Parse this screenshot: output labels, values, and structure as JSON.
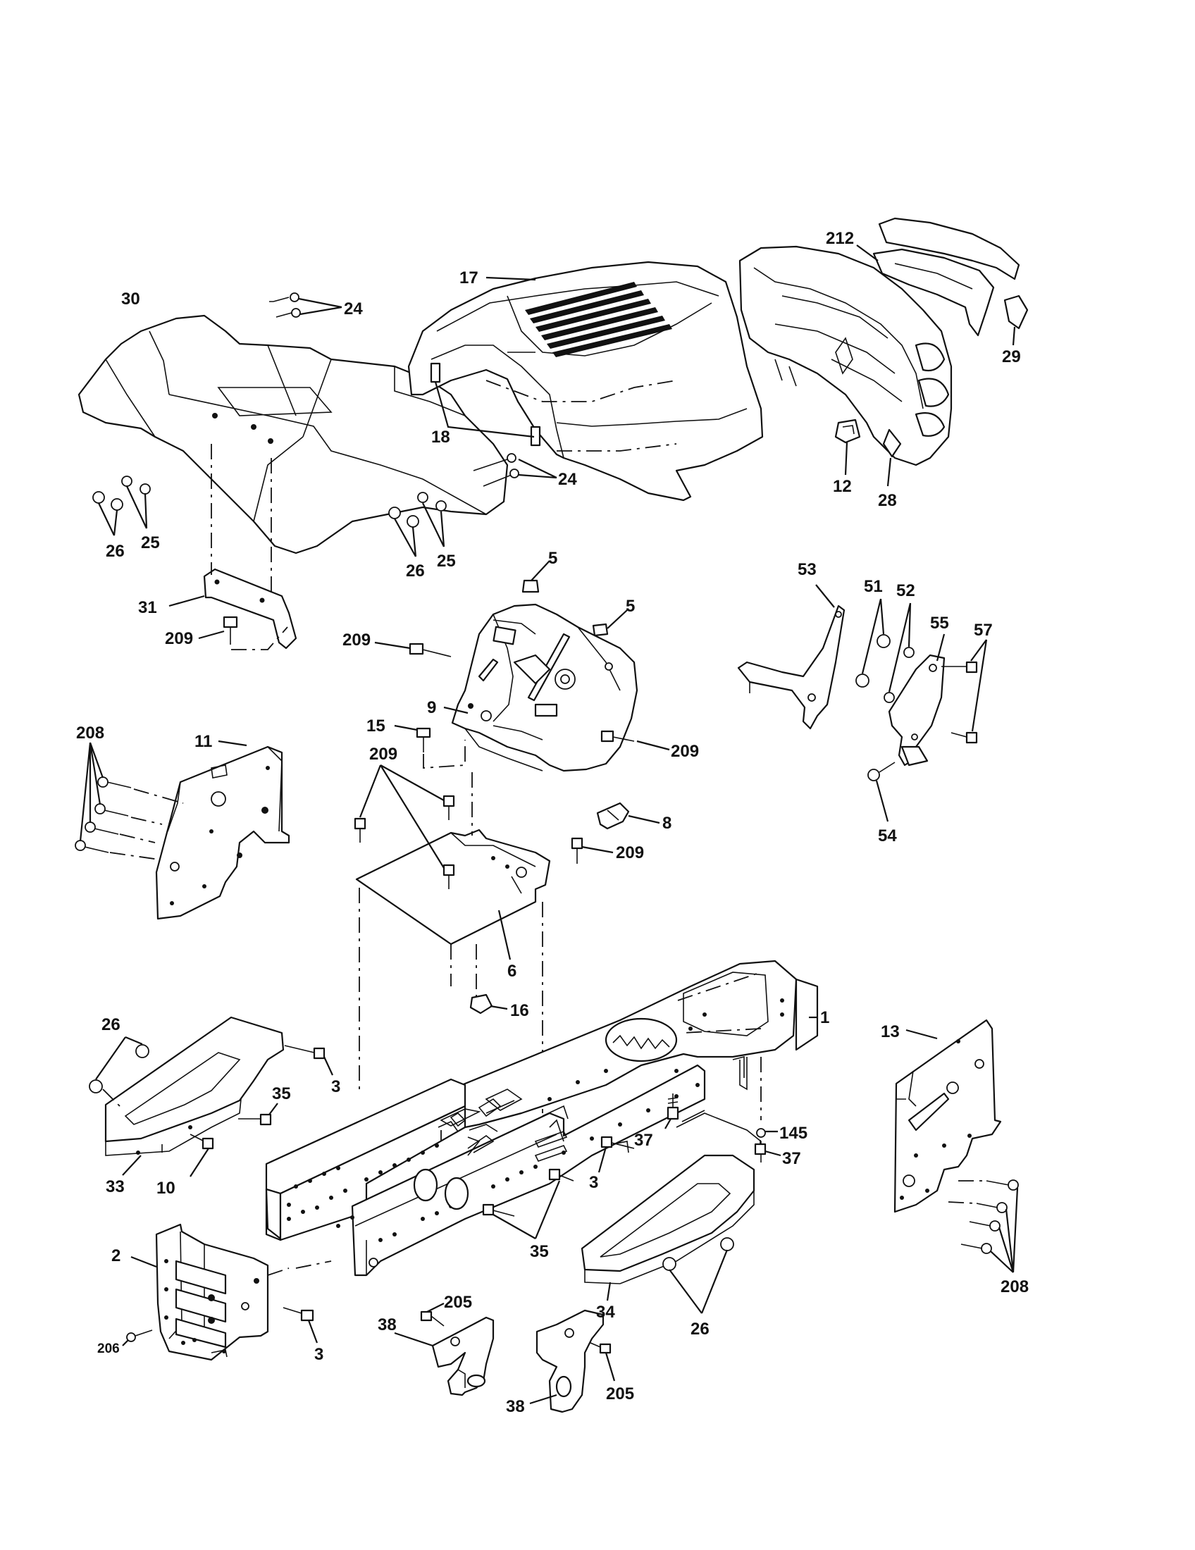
{
  "callouts": {
    "c1": "1",
    "c2": "2",
    "c3a": "3",
    "c3b": "3",
    "c3c": "3",
    "c5a": "5",
    "c5b": "5",
    "c6": "6",
    "c8": "8",
    "c9": "9",
    "c10": "10",
    "c11": "11",
    "c12": "12",
    "c13": "13",
    "c15": "15",
    "c16": "16",
    "c17": "17",
    "c18": "18",
    "c24a": "24",
    "c24b": "24",
    "c25a": "25",
    "c25b": "25",
    "c26a": "26",
    "c26b": "26",
    "c26c": "26",
    "c26d": "26",
    "c28": "28",
    "c29": "29",
    "c30": "30",
    "c31": "31",
    "c33": "33",
    "c34": "34",
    "c35a": "35",
    "c35b": "35",
    "c37a": "37",
    "c37b": "37",
    "c38a": "38",
    "c38b": "38",
    "c51": "51",
    "c52": "52",
    "c53": "53",
    "c54": "54",
    "c55": "55",
    "c57": "57",
    "c145": "145",
    "c205a": "205",
    "c205b": "205",
    "c206": "206",
    "c208a": "208",
    "c208b": "208",
    "c209a": "209",
    "c209b": "209",
    "c209c": "209",
    "c209d": "209",
    "c209e": "209",
    "c212": "212"
  }
}
